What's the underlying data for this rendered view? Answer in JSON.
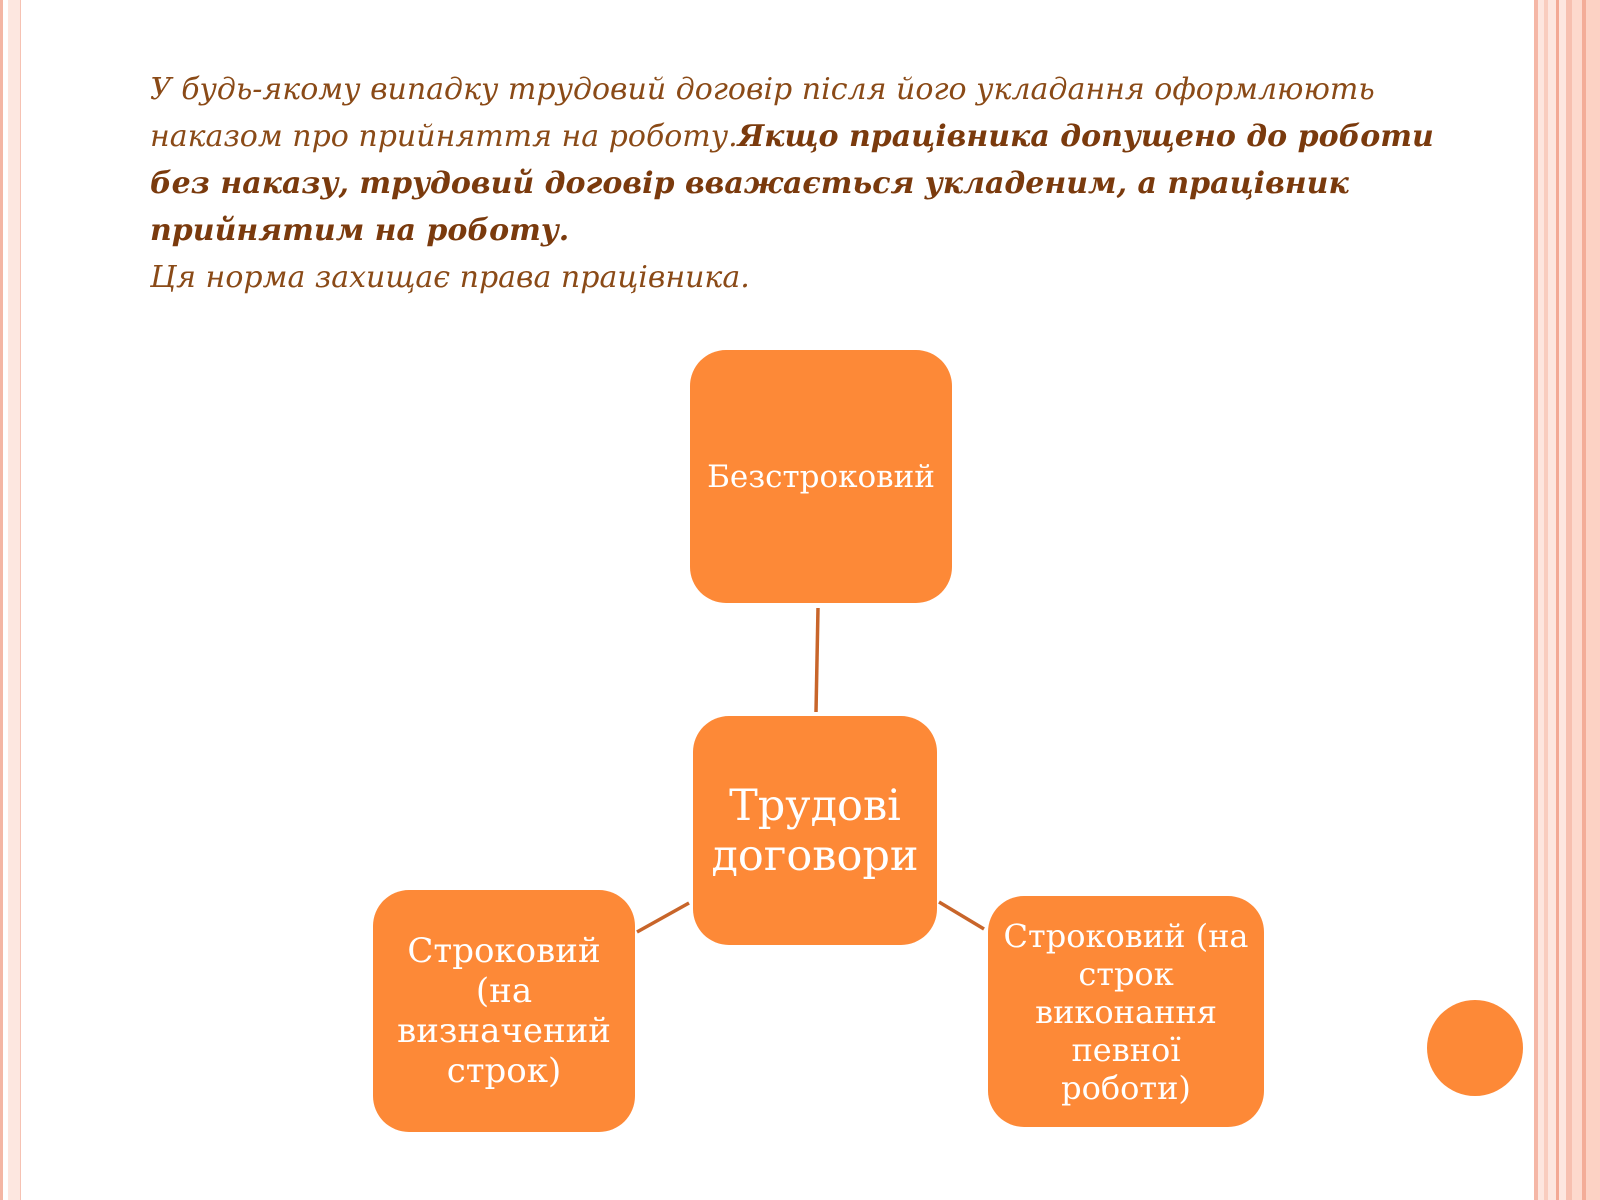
{
  "intro": {
    "part1": "У будь-якому випадку трудовий договір після його укладання оформлюють наказом про прийняття на роботу.",
    "part2_bold": "Якщо працівника допущено до роботи без наказу, трудовий договір вважається укладеним, а працівник прийнятим на роботу.",
    "line2": "Ця норма захищає права працівника."
  },
  "diagram": {
    "center": "Трудові договори",
    "top": "Безстроковий",
    "left": "Строковий (на визначений строк)",
    "right": "Строковий (на строк виконання певної роботи)"
  },
  "colors": {
    "node_fill": "#fd8937",
    "connector": "#c8652a",
    "text": "#8a4a17"
  }
}
